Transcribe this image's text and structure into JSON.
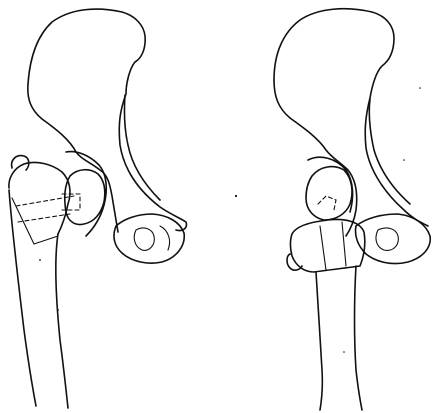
{
  "figure": {
    "panels": [
      {
        "id": "left",
        "subject": "hip-joint-line-drawing"
      },
      {
        "id": "right",
        "subject": "hip-joint-line-drawing"
      }
    ]
  }
}
